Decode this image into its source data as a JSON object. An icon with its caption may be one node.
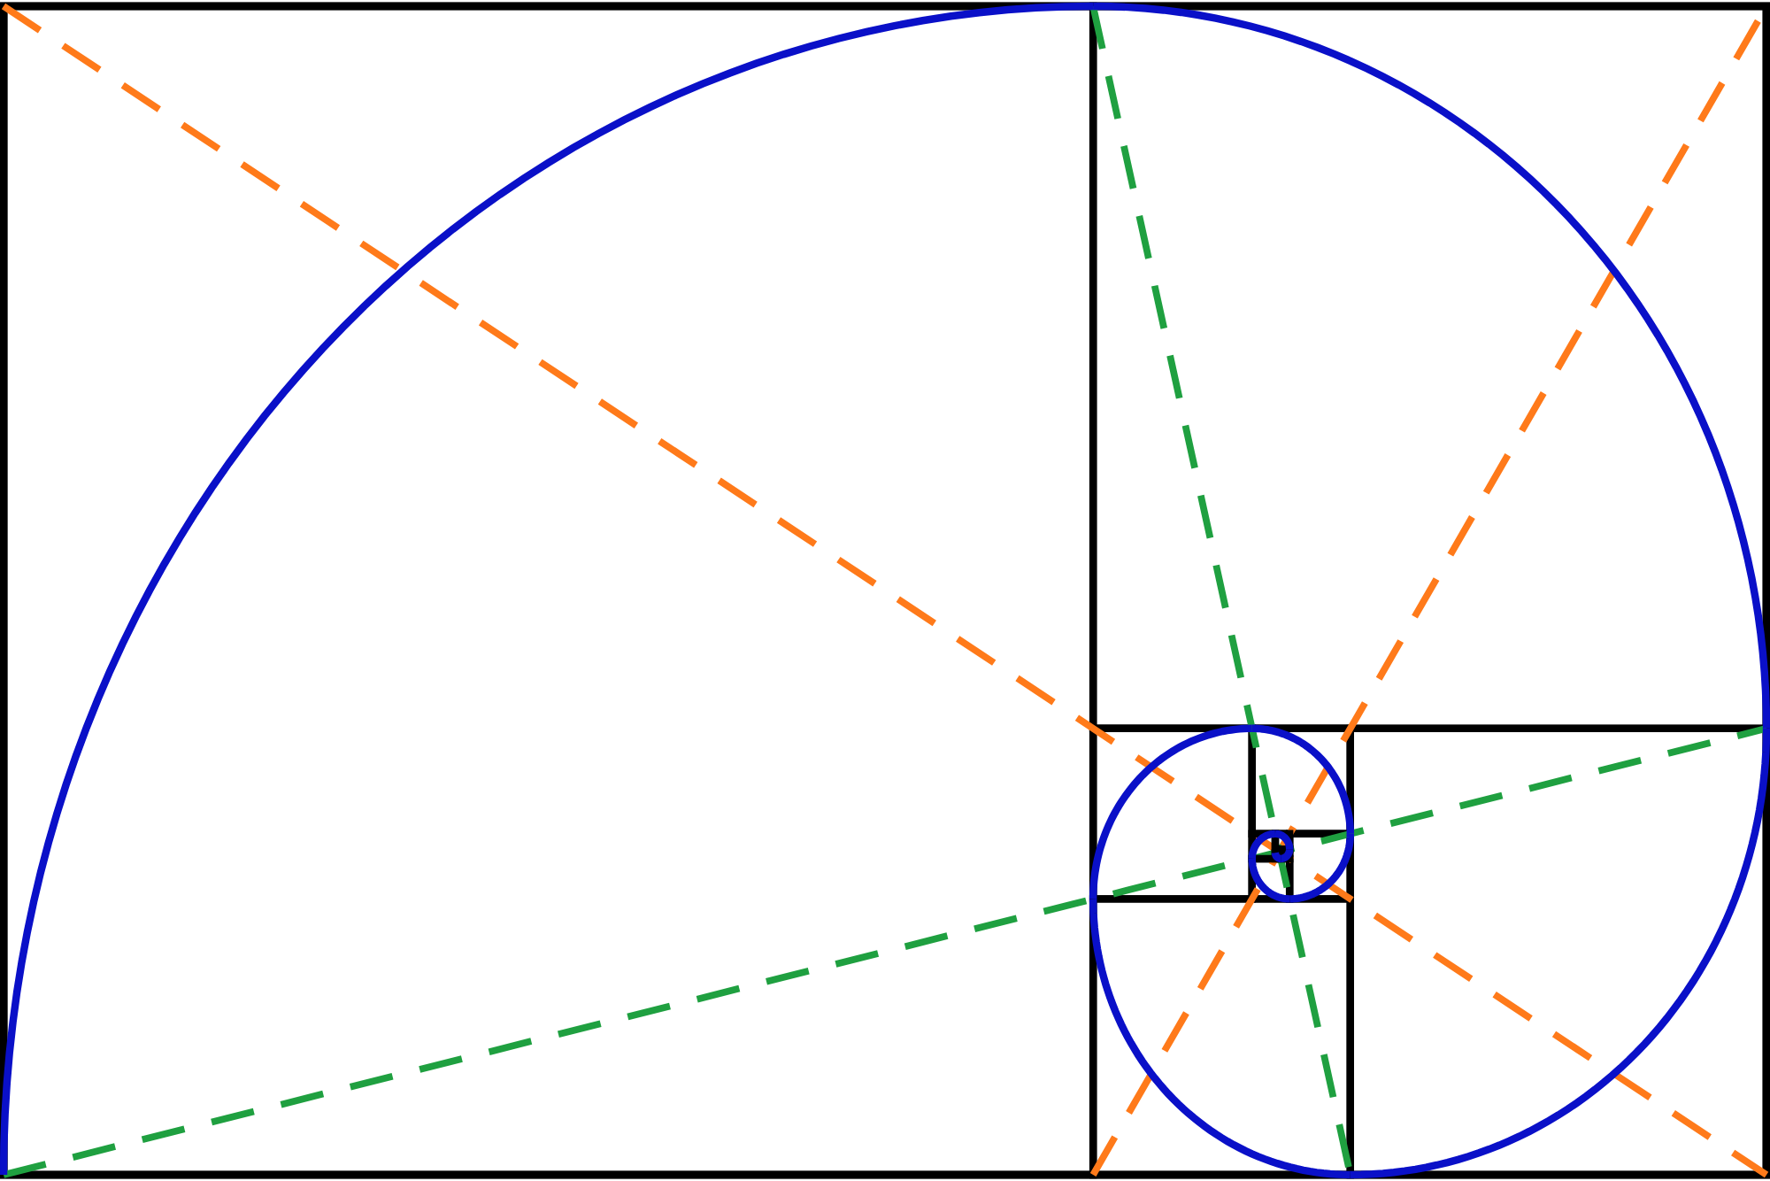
{
  "diagram": {
    "nodes": [
      {
        "text": [],
        "shape": "box"
      },
      {
        "text": [],
        "shape": "box",
        "in": 0
      },
      {
        "text": [],
        "shape": "box",
        "in": 0
      },
      {
        "text": [],
        "shape": "box",
        "in": 0
      },
      {
        "text": [],
        "shape": "box",
        "in": 0
      },
      {
        "text": [],
        "shape": "box",
        "in": 0
      },
      {
        "text": [],
        "shape": "box",
        "in": 0
      },
      {
        "text": [],
        "shape": "box",
        "in": 0
      },
      {
        "text": [],
        "shape": "box",
        "in": 0
      }
    ]
  }
}
